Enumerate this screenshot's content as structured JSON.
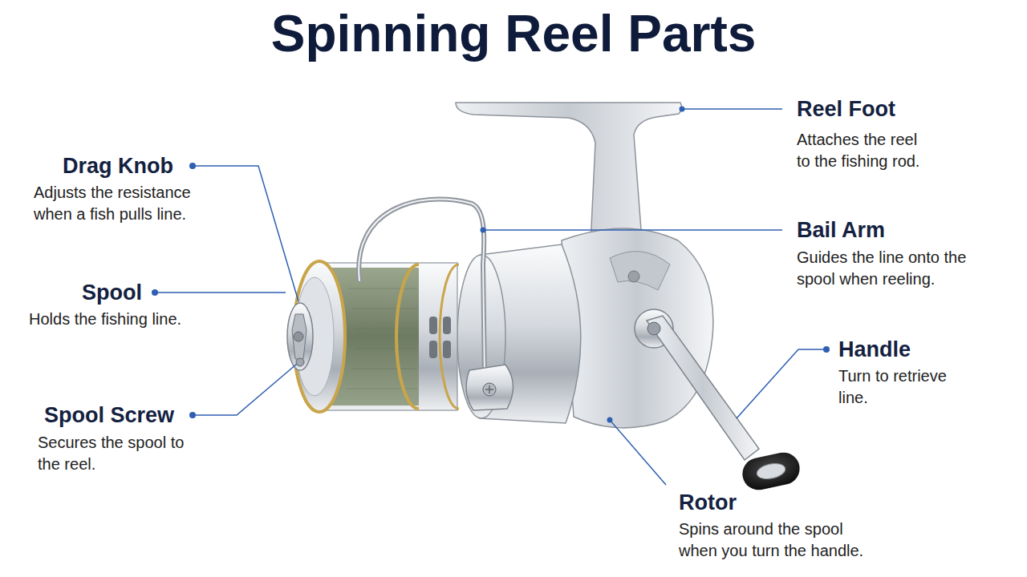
{
  "diagram": {
    "title": "Spinning Reel Parts",
    "labels": [
      "Reel Foot",
      "Attaches the reel to the fishing rod.",
      "Drag Knob",
      "Adjusts the resistance when a fish pulls line.",
      "Bail Arm",
      "Guides the line onto the spool when reeling.",
      "Spool",
      "Holds the fishing line.",
      "Handle",
      "Turn to retrieve line.",
      "Spool Screw",
      "Secures the spool to the reel.",
      "Rotor",
      "Spins around the spool when you turn the handle."
    ]
  }
}
